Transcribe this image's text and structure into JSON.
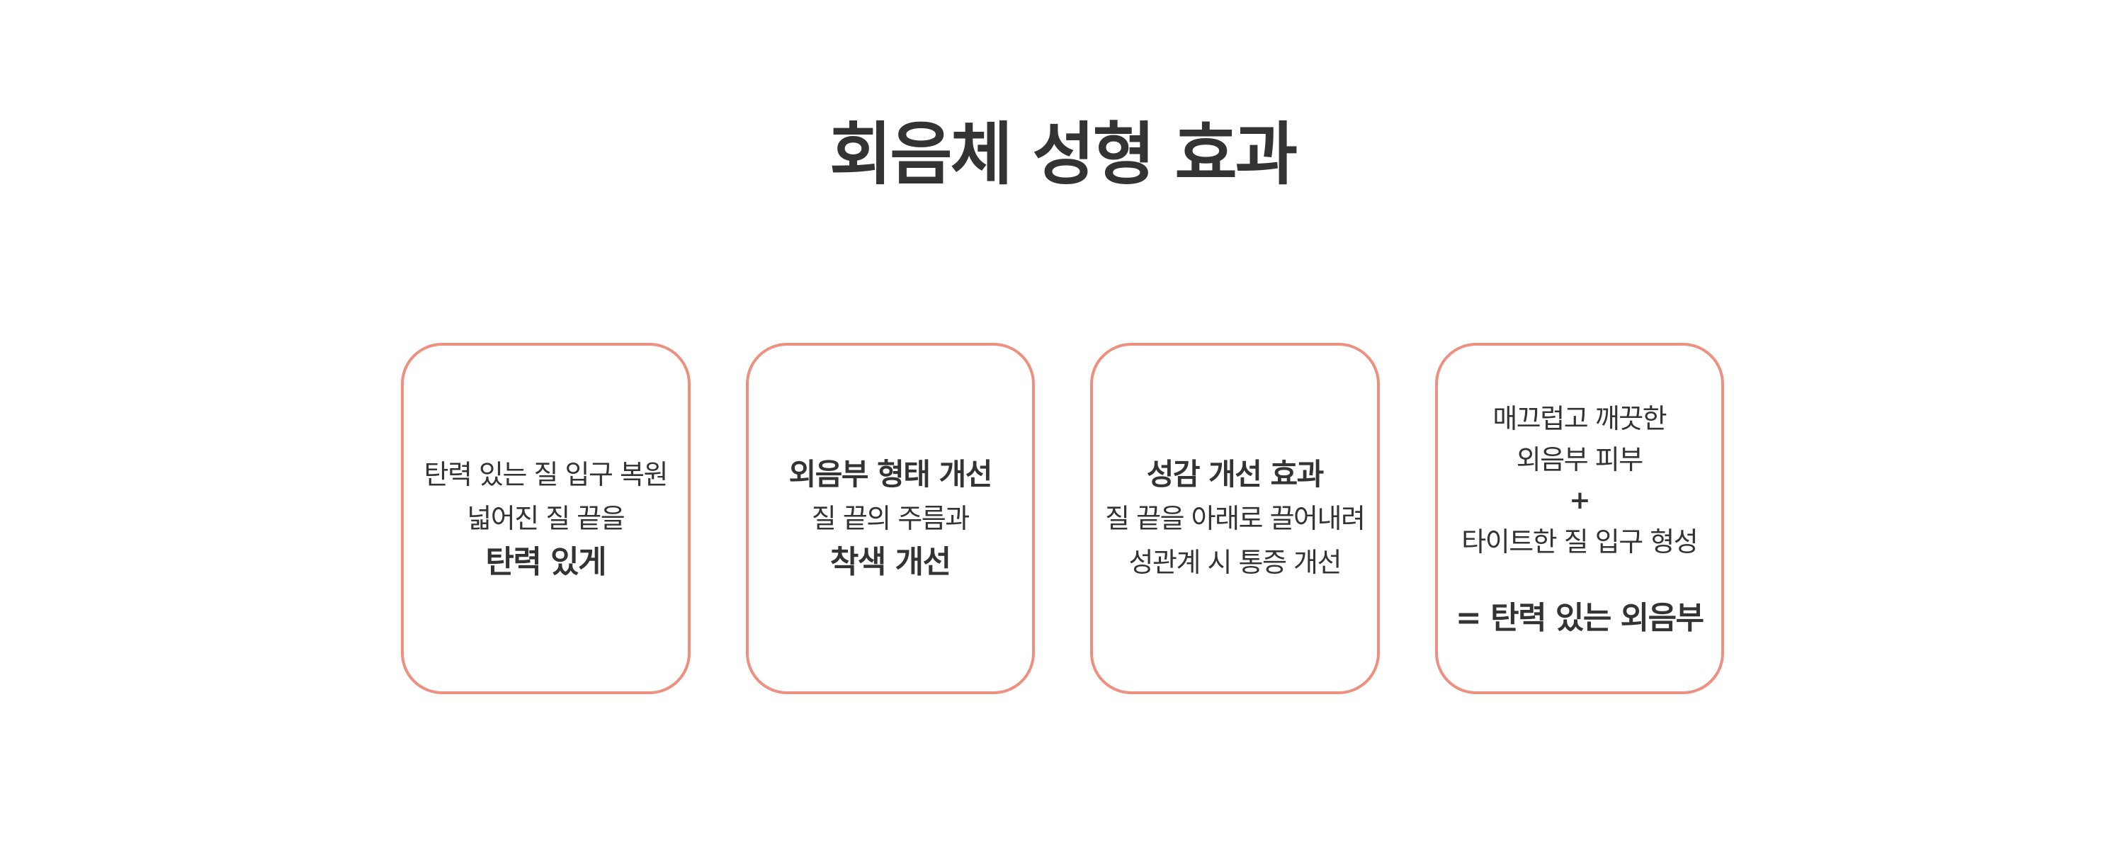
{
  "title": "회음체 성형 효과",
  "colors": {
    "card_border": "#ee9080",
    "text": "#333333",
    "background": "#ffffff"
  },
  "cards": [
    {
      "lines": [
        "탄력 있는 질 입구 복원",
        "넓어진 질 끝을",
        "탄력 있게"
      ]
    },
    {
      "lines": [
        "외음부 형태 개선",
        "질 끝의 주름과",
        "착색 개선"
      ]
    },
    {
      "lines": [
        "성감 개선 효과",
        "질 끝을 아래로 끌어내려",
        "성관계 시 통증 개선"
      ]
    },
    {
      "lines": [
        "매끄럽고 깨끗한",
        "외음부 피부",
        "+",
        "타이트한 질 입구 형성",
        "= 탄력 있는 외음부"
      ]
    }
  ]
}
